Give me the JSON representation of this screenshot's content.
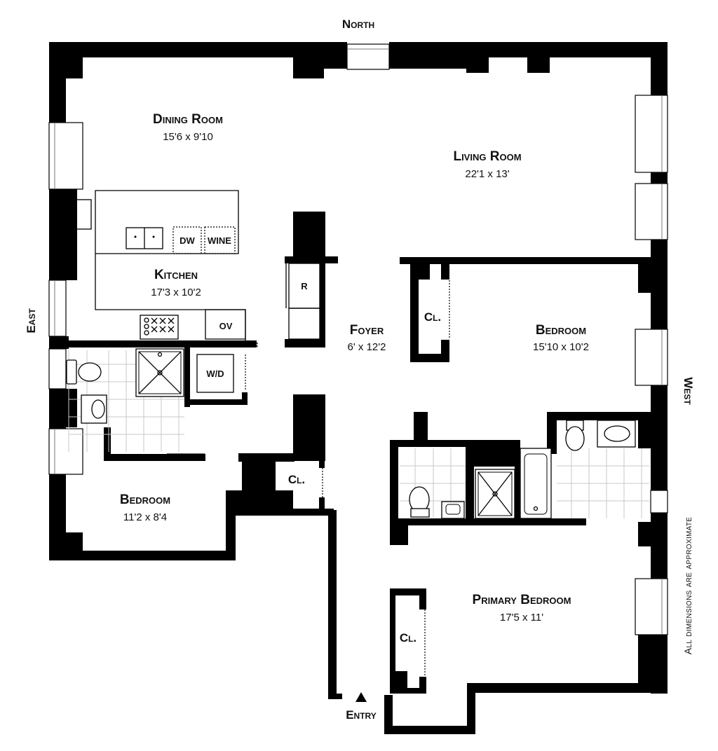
{
  "compass": {
    "north": "North",
    "east": "East",
    "west": "West"
  },
  "note": "All dimensions are approximate",
  "entry": "Entry",
  "rooms": {
    "dining": {
      "name": "Dining Room",
      "dims": "15'6 x 9'10"
    },
    "living": {
      "name": "Living Room",
      "dims": "22'1 x 13'"
    },
    "kitchen": {
      "name": "Kitchen",
      "dims": "17'3 x 10'2"
    },
    "foyer": {
      "name": "Foyer",
      "dims": "6' x 12'2"
    },
    "bedroom_west": {
      "name": "Bedroom",
      "dims": "15'10 x 10'2"
    },
    "bedroom_east": {
      "name": "Bedroom",
      "dims": "11'2 x 8'4"
    },
    "primary": {
      "name": "Primary Bedroom",
      "dims": "17'5 x 11'"
    }
  },
  "fixtures": {
    "dw": "DW",
    "wine": "WINE",
    "ov": "OV",
    "r": "R",
    "wd": "W/D",
    "closet": "Cl."
  }
}
